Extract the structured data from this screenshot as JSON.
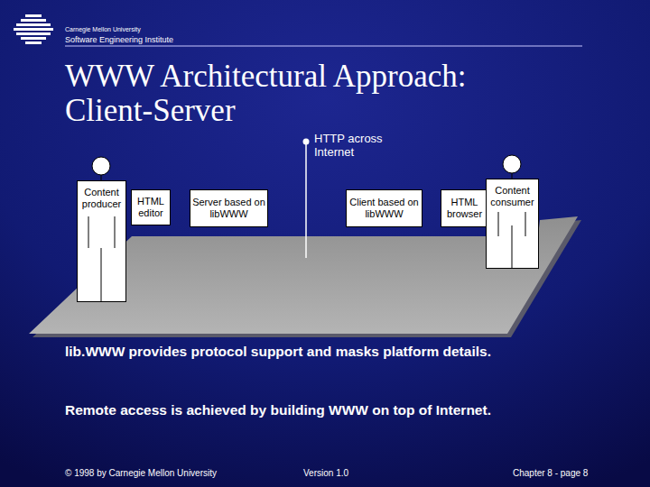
{
  "diagram": {
    "title": "WWW Architectural Approach: Client-Server",
    "nodes": [
      {
        "text": [
          "Content producer"
        ]
      },
      {
        "text": [
          "HTML editor"
        ]
      },
      {
        "text": [
          "Server based on libWWW"
        ]
      },
      {
        "text": [
          "Client based on libWWW"
        ]
      },
      {
        "text": [
          "HTML browser"
        ]
      },
      {
        "text": [
          "Content consumer"
        ]
      }
    ],
    "labels": [
      "Carnegie Mellon University",
      "Software Engineering Institute",
      "HTTP across Internet",
      "lib.WWW provides protocol support and masks platform details.",
      "Remote access is achieved by building WWW on top of Internet.",
      "© 1998 by Carnegie Mellon University",
      "Version 1.0",
      "Chapter 8 - page 8"
    ]
  }
}
